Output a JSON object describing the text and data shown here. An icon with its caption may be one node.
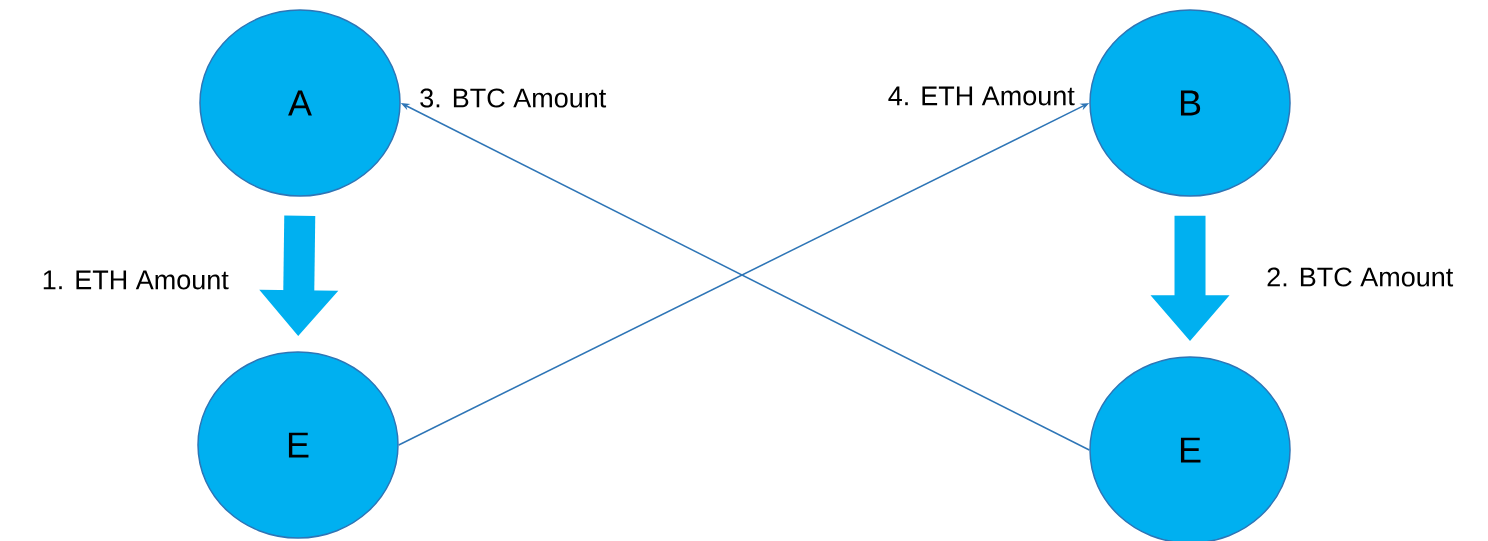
{
  "diagram": {
    "nodes": [
      {
        "text": [
          "A"
        ]
      },
      {
        "text": [
          "B"
        ]
      },
      {
        "text": [
          "E"
        ]
      },
      {
        "text": [
          "E"
        ]
      }
    ],
    "edges": [
      {
        "from": 0,
        "to": 2,
        "arrow": "to",
        "label": "1. ETH Amount",
        "style": "thick",
        "color": "#00b0f0"
      },
      {
        "from": 1,
        "to": 3,
        "arrow": "to",
        "label": "2. BTC Amount",
        "style": "thick",
        "color": "#00b0f0"
      },
      {
        "from": 3,
        "to": 0,
        "arrow": "to",
        "label": "3. BTC Amount"
      },
      {
        "from": 2,
        "to": 1,
        "arrow": "to",
        "label": "4. ETH Amount"
      }
    ]
  }
}
